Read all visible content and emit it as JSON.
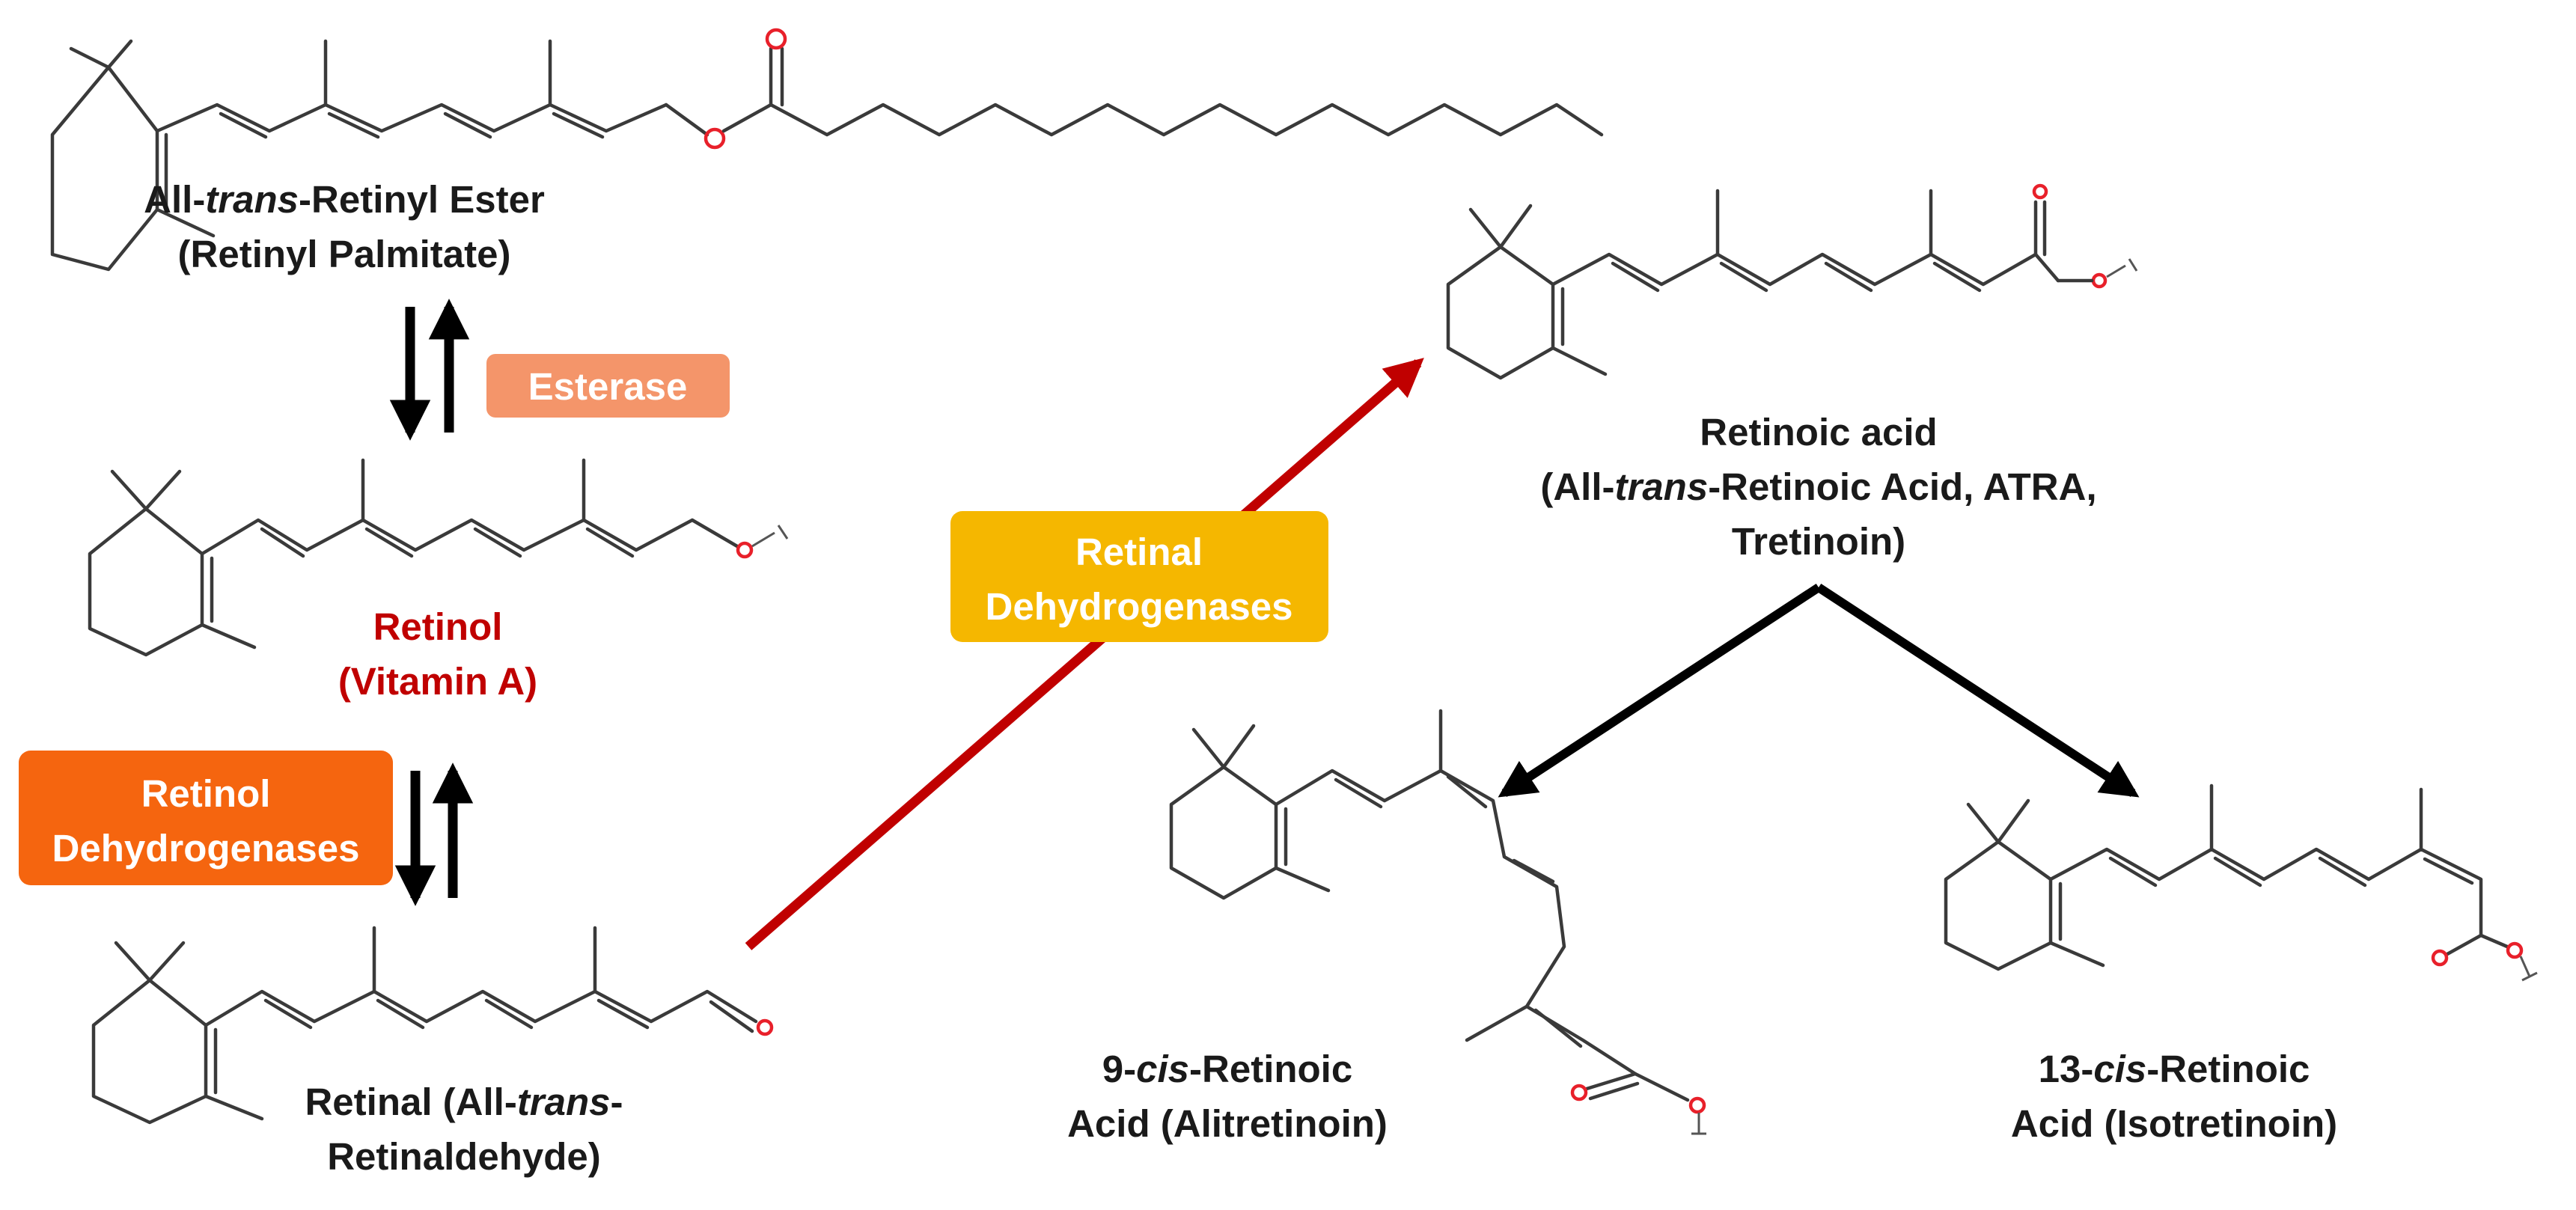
{
  "colors": {
    "esterase_box": "#f4956a",
    "retinol_dh_box": "#f5650f",
    "retinal_dh_box": "#f5b700",
    "red_arrow": "#c00000",
    "black_arrow": "#000000",
    "retinol_text": "#c00000",
    "oxygen": "#e8202a"
  },
  "compounds": {
    "retinyl_ester": {
      "line1_pre": "All-",
      "line1_ital": "trans",
      "line1_post": "-Retinyl Ester",
      "line2": "(Retinyl Palmitate)"
    },
    "retinol": {
      "line1": "Retinol",
      "line2": "(Vitamin A)"
    },
    "retinal": {
      "line1_pre": "Retinal (All-",
      "line1_ital": "trans",
      "line1_post": "-",
      "line2": "Retinaldehyde)"
    },
    "retinoic_acid": {
      "line1": "Retinoic acid",
      "line2_pre": "(All-",
      "line2_ital": "trans",
      "line2_post": "-Retinoic Acid, ATRA,",
      "line3": "Tretinoin)"
    },
    "nine_cis": {
      "line1_pre": "9-",
      "line1_ital": "cis",
      "line1_post": "-Retinoic",
      "line2": "Acid (Alitretinoin)"
    },
    "thirteen_cis": {
      "line1_pre": "13-",
      "line1_ital": "cis",
      "line1_post": "-Retinoic",
      "line2": "Acid (Isotretinoin)"
    }
  },
  "enzymes": {
    "esterase": "Esterase",
    "retinol_dh_1": "Retinol",
    "retinol_dh_2": "Dehydrogenases",
    "retinal_dh_1": "Retinal",
    "retinal_dh_2": "Dehydrogenases"
  },
  "icons": {
    "reversible_arrow": "double-vertical-arrow",
    "oxidation_arrow": "diagonal-arrow",
    "isomerization_arrow": "diagonal-arrow"
  }
}
